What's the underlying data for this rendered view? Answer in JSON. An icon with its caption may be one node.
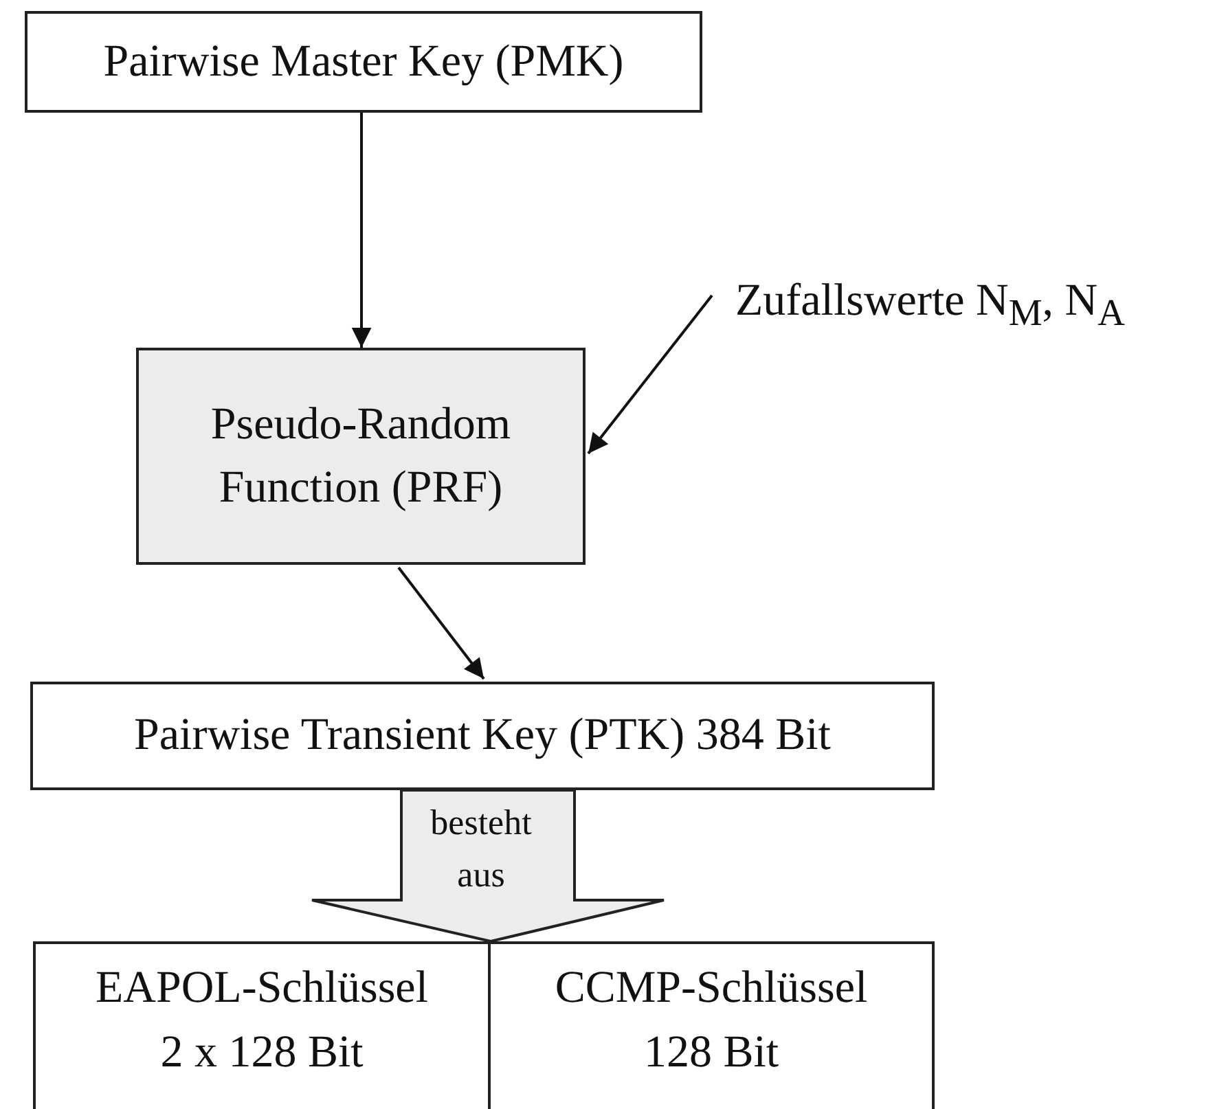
{
  "diagram": {
    "nodes": [
      {
        "text": [
          "Pairwise Master Key (PMK)"
        ]
      },
      {
        "text": [
          "Pseudo-Random Function (PRF)"
        ]
      },
      {
        "text": [
          "Zufallswerte N$_{M}$, N$_{A}$"
        ]
      },
      {
        "text": [
          "Pairwise Transient Key (PTK) 384 Bit"
        ]
      },
      {
        "text": [
          "EAPOL-Schlüssel 2 x 128 Bit"
        ]
      },
      {
        "text": [
          "CCMP-Schlüssel 128 Bit"
        ]
      }
    ],
    "edges": [
      {
        "from": 0,
        "to": 1,
        "arrow": "to"
      },
      {
        "from": 2,
        "to": 1,
        "arrow": "to"
      },
      {
        "from": 1,
        "to": 3,
        "arrow": "to"
      },
      {
        "from": 3,
        "to": 4,
        "arrow": "to",
        "label": "besteht aus"
      },
      {
        "from": 3,
        "to": 5,
        "arrow": "to"
      }
    ]
  }
}
